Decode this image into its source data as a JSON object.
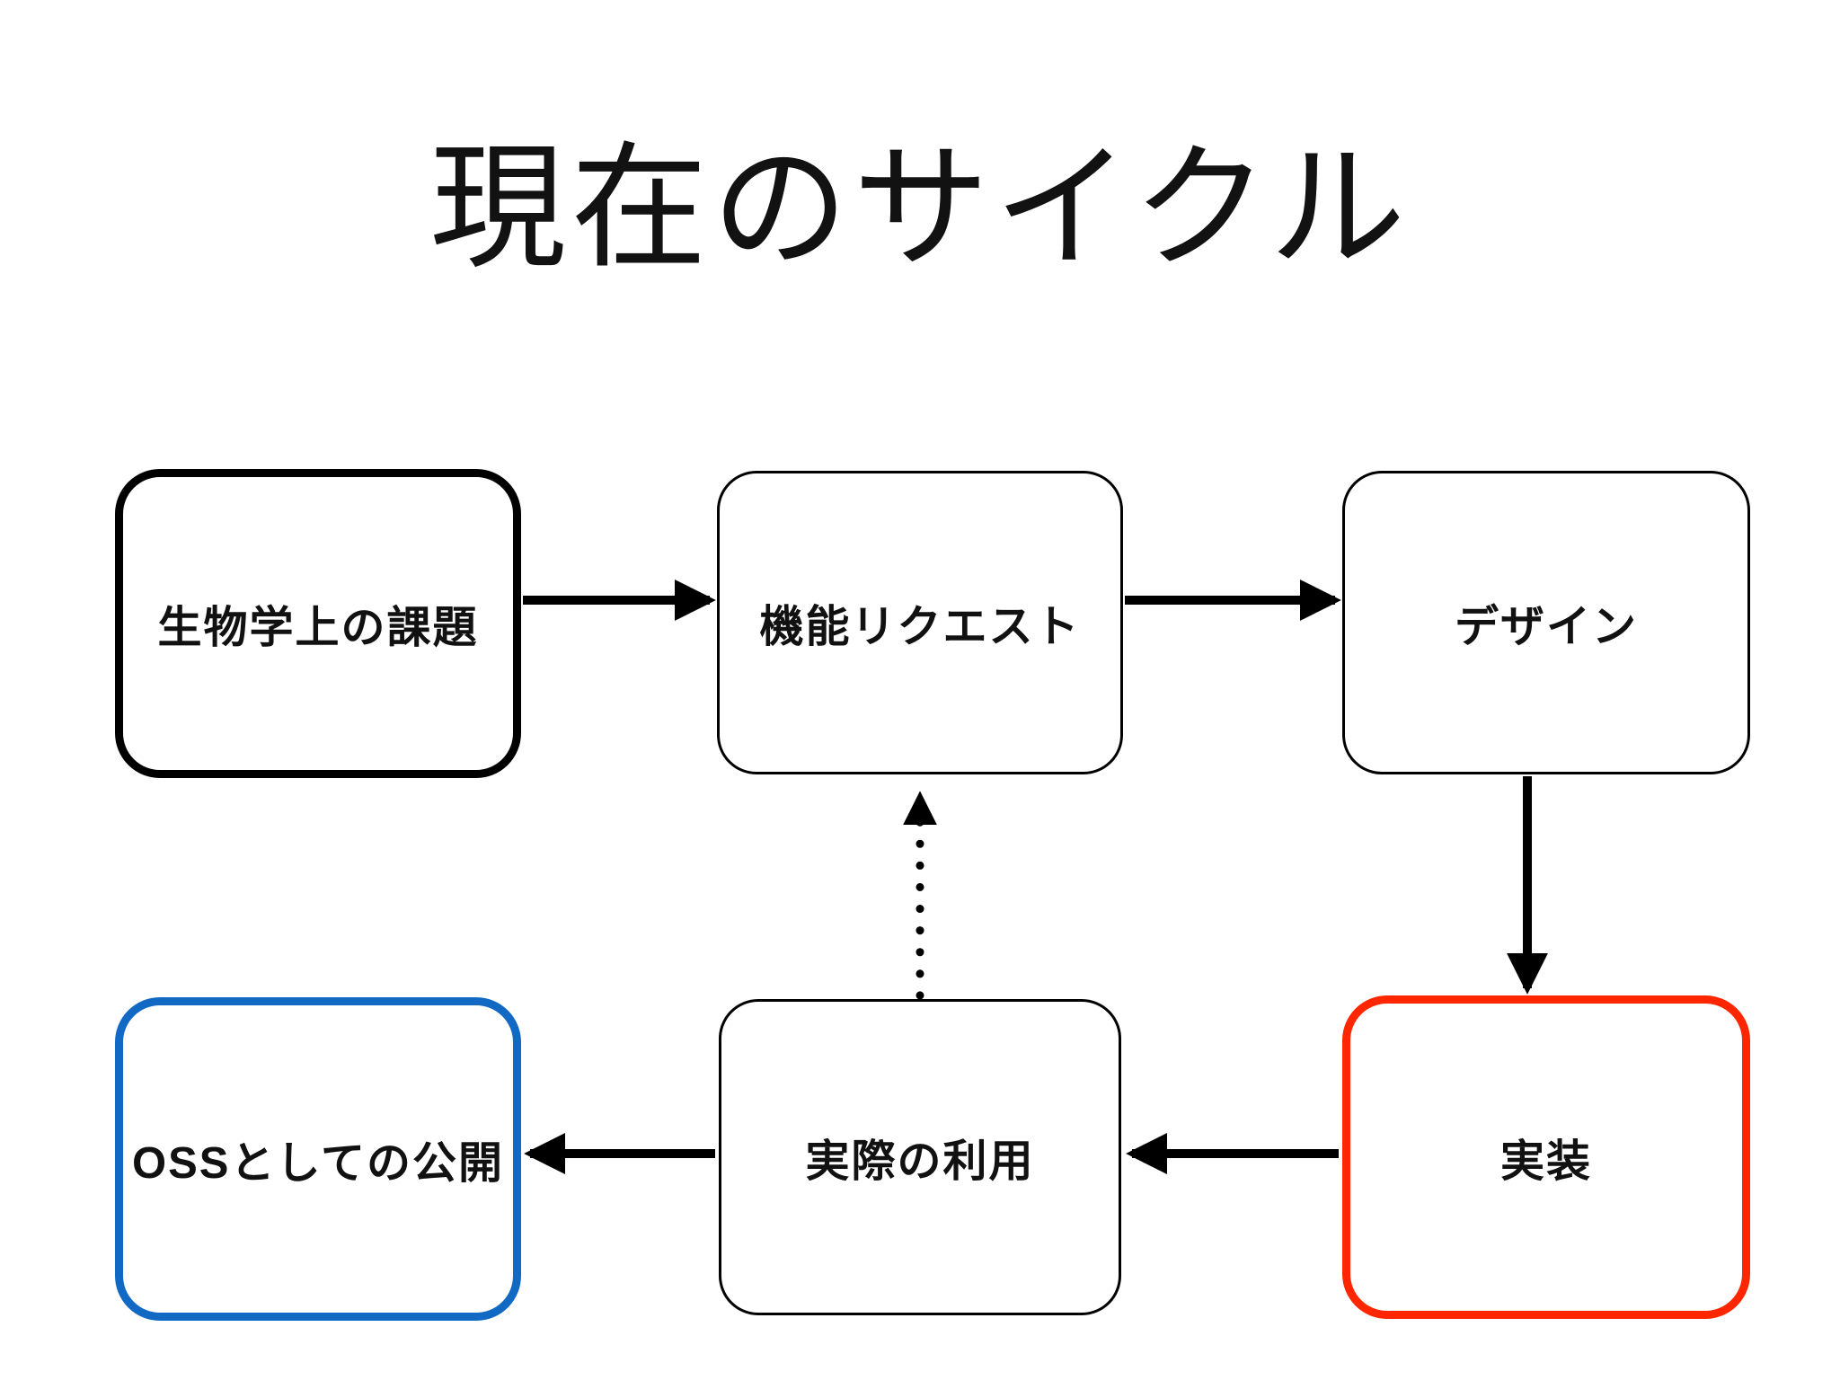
{
  "title": "現在のサイクル",
  "diagram": {
    "nodes": [
      {
        "id": "biology-issue",
        "label": "生物学上の課題",
        "border_color": "#000000",
        "border_weight": "thick"
      },
      {
        "id": "feature-request",
        "label": "機能リクエスト",
        "border_color": "#000000",
        "border_weight": "thin"
      },
      {
        "id": "design",
        "label": "デザイン",
        "border_color": "#000000",
        "border_weight": "thin"
      },
      {
        "id": "oss-release",
        "label": "OSSとしての公開",
        "border_color": "#1269C4",
        "border_weight": "thick"
      },
      {
        "id": "actual-use",
        "label": "実際の利用",
        "border_color": "#000000",
        "border_weight": "thin"
      },
      {
        "id": "implementation",
        "label": "実装",
        "border_color": "#FF2600",
        "border_weight": "thick"
      }
    ],
    "edges": [
      {
        "from": "biology-issue",
        "to": "feature-request",
        "style": "solid"
      },
      {
        "from": "feature-request",
        "to": "design",
        "style": "solid"
      },
      {
        "from": "design",
        "to": "implementation",
        "style": "solid"
      },
      {
        "from": "implementation",
        "to": "actual-use",
        "style": "solid"
      },
      {
        "from": "actual-use",
        "to": "oss-release",
        "style": "solid"
      },
      {
        "from": "actual-use",
        "to": "feature-request",
        "style": "dotted"
      }
    ],
    "colors": {
      "background": "#FFFFFF",
      "line": "#000000",
      "text": "#111111",
      "highlight_blue": "#1269C4",
      "highlight_red": "#FF2600"
    }
  }
}
